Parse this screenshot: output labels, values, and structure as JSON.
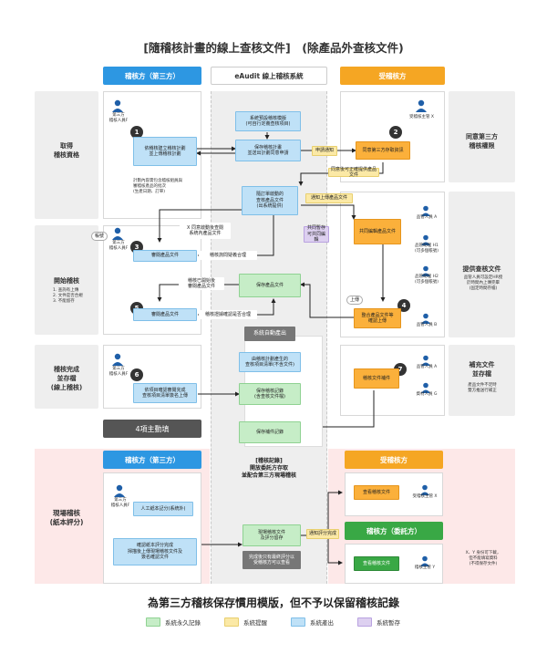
{
  "title": "[隨稽核計畫的線上查核文件]　(除產品外查核文件)",
  "bottom_title": "為第三方稽核保存慣用模版，但不予以保留稽核記錄",
  "columns": {
    "left": "稽核方（第三方）",
    "center": "eAudit 線上稽核系統",
    "right": "受稽核方"
  },
  "rows": {
    "r1": "取得\n稽核資格",
    "r2": "開始稽核",
    "r2_notes": "1. 查詢有上傳\n2. 文件是否合規\n3. 不能留存",
    "r3": "稽核完成\n並存檔\n(線上稽核)",
    "r4": "現場稽核\n(紙本評分)",
    "right_r2": "提供查核文件",
    "right_r2_desc": "品管人員可設定HR授\n於時間內上傳完畢\n(固定時間存檔)",
    "right_r1": "同意第三方\n稽核權限",
    "right_r3": "補充文件\n並存檔",
    "right_r3_desc": "產品文件不足時\n雙方推送行補正"
  },
  "people": {
    "auditor": "第三方\n稽核人員F",
    "auditor2": "第三方\n稽核人員F",
    "auditor3": "第三方\n稽核人員F",
    "auditor4": "第三方\n稽核人員F",
    "auditee_x": "受稽核主管 X",
    "qa_a": "品管人員 A",
    "qa_h1": "品管助理 H1\n(可多個帳號)",
    "qa_h2": "品管助理 H2\n(可多個帳號)",
    "qa_b": "品管人員 B",
    "qa_a2": "品管人員 A",
    "data_g": "資材人員 G",
    "auditee_x2": "受稽核主管 X",
    "auditee_y": "稽核主管 Y",
    "badge_account": "帳號",
    "badge_upload": "上傳"
  },
  "center": {
    "c1": "系統預設稽核模版\n(可自行定義查核項目)",
    "c2": "保存稽核計畫\n並送出計劃同意申請",
    "c3": "隨訂單啟動的\n查核產品文件\n(出系統提供)",
    "c4": "保存產品文件",
    "auto_head": "系統自動產出",
    "c5": "由稽核計劃產生的\n查核項目清單(不含文件)",
    "c6": "保存稽核記錄\n(含查核文件檔)",
    "c7": "保存補件記錄",
    "record_note": "[稽核記錄]\n開放委託方存取\n並配合第三方現場稽核",
    "c8": "現場稽核文件\n及評分留存",
    "c9": "完成後只有最終評分以\n受稽核方可以查看"
  },
  "left_boxes": {
    "l1": "依稽核建立稽核計劃\n並上傳稽核計劃",
    "l1_note": "計劃內容需包含稽核組員與\n審稽核產品的批次\n(生產日期、訂單)",
    "l2": "審閱產品文件",
    "l3": "審閱產品文件",
    "l4": "依項目確認審閱完成\n查核項目清單簽名上傳",
    "action_label": "4項主動填",
    "l5_head": "稽核方（第三方）",
    "l5": "人工紙本記分(系統外)",
    "l6": "確認紙本評分完成\n掃描後上傳現場稽核文件及\n簽名確認文件"
  },
  "right_boxes": {
    "r1": "同意第三方存取資訊",
    "r2": "共同編輯產品文件",
    "r3": "整合產品文件等\n確認上傳",
    "r4": "稽核文件補件",
    "r5_head": "受稽核方",
    "r5": "查看稽核文件",
    "r6_head": "稽核方（委託方）",
    "r6": "查看稽核文件",
    "side_note": "X、Y 身份可下載，\n但不能填寫資料\n(不得保存文件)"
  },
  "connectors": {
    "apply_notify": "申請通知",
    "agree_notify": "同意後可正確提供產品文件",
    "upload_notify": "通知上傳產品文件",
    "coedit": "共同暫存\n可共同編輯",
    "x_agree": "X 同意啟動後查閱\n系統內產品文件",
    "audit_query": "稽核詢問疑義合理",
    "audit_open": "稽核已開始後\n審閱產品文件",
    "audit_review": "稽核證據確認是否合理",
    "notify_done": "通知評分完成"
  },
  "legend": [
    {
      "label": "系統永久記錄",
      "color": "#c6edc7"
    },
    {
      "label": "系統提醒",
      "color": "#fbe9a6"
    },
    {
      "label": "系統產出",
      "color": "#bfe1f7"
    },
    {
      "label": "系統暫存",
      "color": "#ddd0f0"
    }
  ],
  "numbers": [
    "1",
    "2",
    "3",
    "4",
    "5",
    "6",
    "7"
  ]
}
